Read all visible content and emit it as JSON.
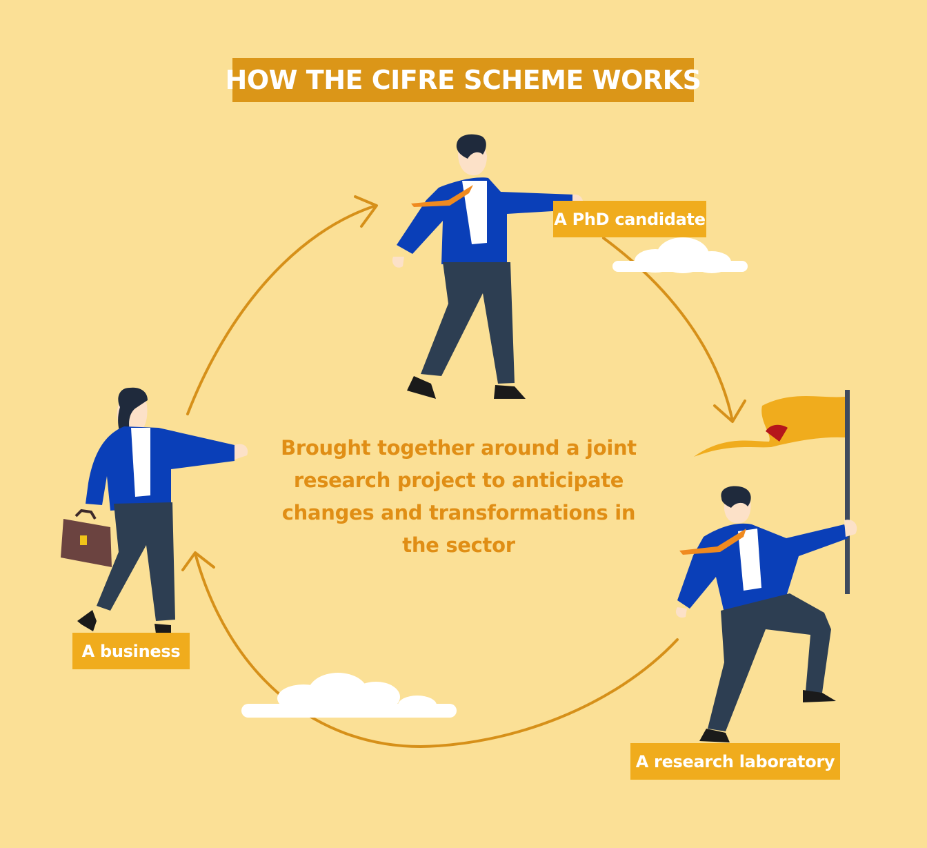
{
  "title": "HOW THE CIFRE SCHEME WORKS",
  "labels": {
    "phd": "A PhD candidate",
    "business": "A business",
    "lab": "A research laboratory"
  },
  "center_text": "Brought together around a joint research project to anticipate changes and transformations in the sector",
  "colors": {
    "background": "#fbe096",
    "title_box": "#db9618",
    "label_box": "#f0ac1d",
    "arrow": "#d69019",
    "center_text": "#e08e15",
    "jacket": "#0a3fb8",
    "trousers": "#2d3e52",
    "tie": "#f08a1f",
    "flag": "#f0ac1d"
  },
  "icons": [
    "cycle-arrows",
    "cloud-icon",
    "flag-icon",
    "briefcase-icon"
  ]
}
